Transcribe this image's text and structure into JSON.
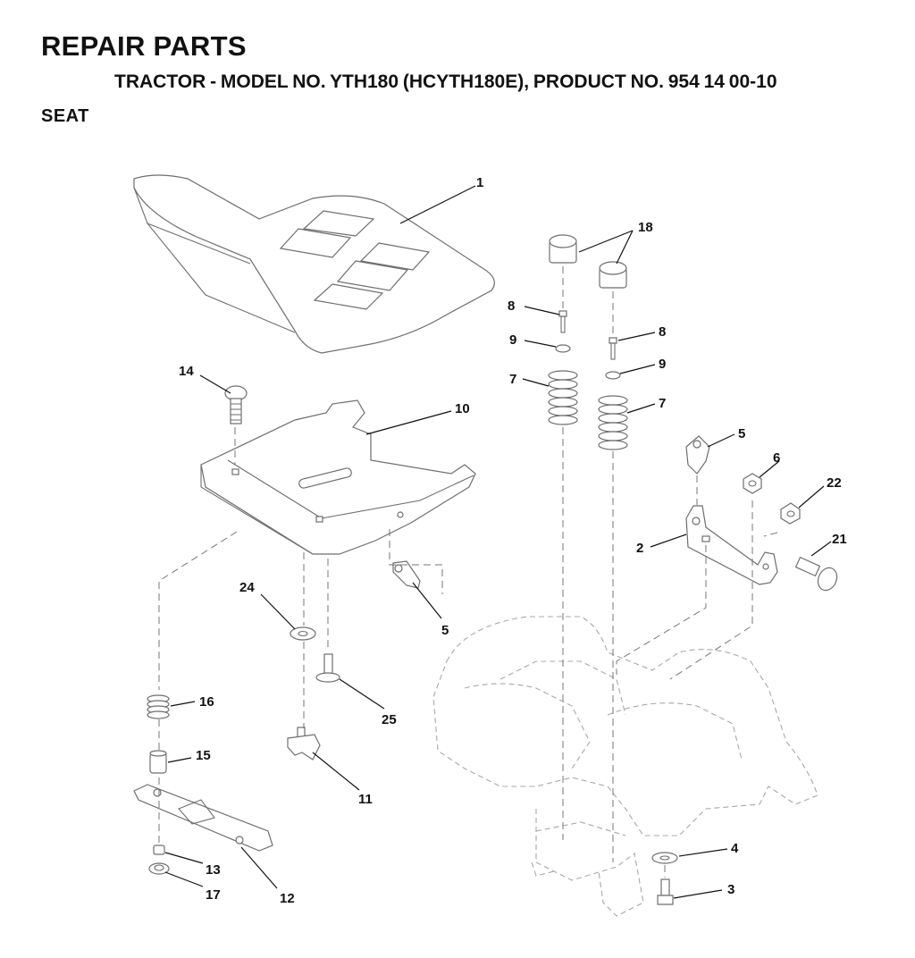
{
  "header": {
    "title": "REPAIR PARTS",
    "subtitle": "TRACTOR - MODEL NO. YTH180 (HCYTH180E), PRODUCT NO. 954 14 00-10",
    "section": "SEAT"
  },
  "callouts": {
    "c1": "1",
    "c2": "2",
    "c3": "3",
    "c4": "4",
    "c5a": "5",
    "c5b": "5",
    "c6": "6",
    "c7a": "7",
    "c7b": "7",
    "c8a": "8",
    "c8b": "8",
    "c9a": "9",
    "c9b": "9",
    "c10": "10",
    "c11": "11",
    "c12": "12",
    "c13": "13",
    "c14": "14",
    "c15": "15",
    "c16": "16",
    "c17": "17",
    "c18": "18",
    "c21": "21",
    "c22": "22",
    "c24": "24",
    "c25": "25"
  }
}
